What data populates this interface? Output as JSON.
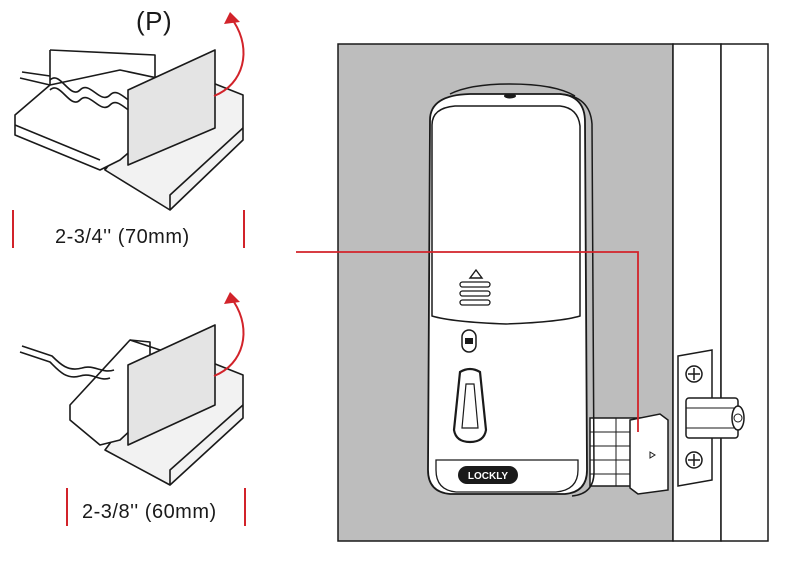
{
  "top_panel": {
    "label": "(P)",
    "dimension": "2-3/4'' (70mm)"
  },
  "bottom_panel": {
    "dimension": "2-3/8'' (60mm)"
  },
  "lock": {
    "brand": "LOCKLY"
  },
  "colors": {
    "accent_red": "#d2232a",
    "wall_gray": "#bdbdbd",
    "outline": "#1a1a1a"
  }
}
